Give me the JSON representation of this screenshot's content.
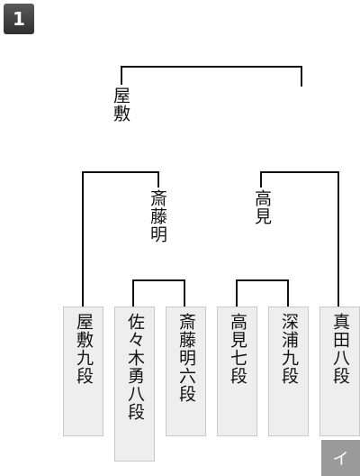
{
  "header": {
    "page_number": "1"
  },
  "bracket": {
    "final_winner": "屋敷",
    "semifinal_winners": [
      "斎藤明",
      "高見"
    ],
    "players": [
      "屋敷九段",
      "佐々木勇八段",
      "斎藤明六段",
      "高見七段",
      "深浦九段",
      "真田八段"
    ]
  },
  "footer": {
    "tab_label": "イ"
  }
}
